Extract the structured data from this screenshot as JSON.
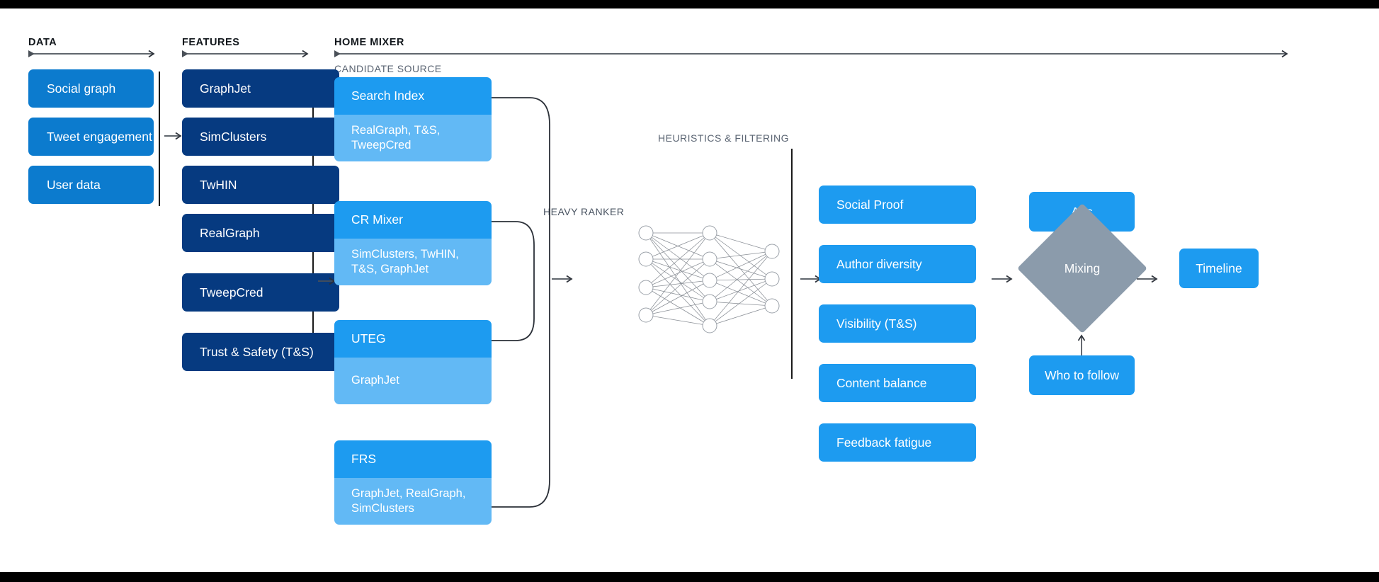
{
  "sections": {
    "data": {
      "label": "DATA"
    },
    "features": {
      "label": "FEATURES"
    },
    "home_mixer": {
      "label": "HOME MIXER"
    },
    "candidate_source": {
      "label": "CANDIDATE SOURCE"
    },
    "heavy_ranker": {
      "label": "HEAVY RANKER"
    },
    "heuristics": {
      "label": "HEURISTICS & FILTERING"
    }
  },
  "data_boxes": [
    {
      "label": "Social graph"
    },
    {
      "label": "Tweet engagement"
    },
    {
      "label": "User data"
    }
  ],
  "feature_boxes": [
    {
      "label": "GraphJet"
    },
    {
      "label": "SimClusters"
    },
    {
      "label": "TwHIN"
    },
    {
      "label": "RealGraph"
    },
    {
      "label": "TweepCred"
    },
    {
      "label": "Trust & Safety (T&S)"
    }
  ],
  "candidate_sources": [
    {
      "title": "Search Index",
      "features": "RealGraph, T&S,\nTweepCred"
    },
    {
      "title": "CR Mixer",
      "features": "SimClusters, TwHIN,\nT&S, GraphJet"
    },
    {
      "title": "UTEG",
      "features": "GraphJet"
    },
    {
      "title": "FRS",
      "features": "GraphJet, RealGraph,\nSimClusters"
    }
  ],
  "heuristics_boxes": [
    {
      "label": "Social Proof"
    },
    {
      "label": "Author diversity"
    },
    {
      "label": "Visibility (T&S)"
    },
    {
      "label": "Content balance"
    },
    {
      "label": "Feedback fatigue"
    }
  ],
  "output_stage": {
    "ads": "Ads",
    "mixing": "Mixing",
    "who_to_follow": "Who to follow",
    "timeline": "Timeline"
  },
  "neural_net": {
    "input_nodes": 4,
    "hidden_nodes": 5,
    "output_nodes": 3
  },
  "colors": {
    "data_blue": "#0c7bce",
    "feature_navy": "#063a80",
    "accent_blue": "#1d9bf0",
    "light_blue": "#62b9f5",
    "mixing_grey": "#8b9bab",
    "rule": "#1a1a1a",
    "arrow": "#4a5058",
    "band": "#000000"
  }
}
